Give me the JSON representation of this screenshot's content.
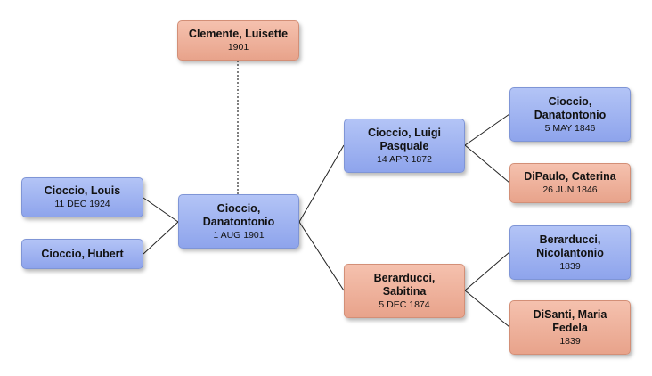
{
  "people": {
    "clemente_luisette": {
      "name": "Clemente, Luisette",
      "date": "1901",
      "sex": "female"
    },
    "cioccio_danatontonio_1901": {
      "name": "Cioccio,\nDanatontonio",
      "date": "1 AUG 1901",
      "sex": "male"
    },
    "cioccio_louis": {
      "name": "Cioccio, Louis",
      "date": "11 DEC 1924",
      "sex": "male"
    },
    "cioccio_hubert": {
      "name": "Cioccio, Hubert",
      "date": "",
      "sex": "male"
    },
    "cioccio_luigi_pasquale": {
      "name": "Cioccio, Luigi\nPasquale",
      "date": "14 APR 1872",
      "sex": "male"
    },
    "berarducci_sabitina": {
      "name": "Berarducci,\nSabitina",
      "date": "5 DEC 1874",
      "sex": "female"
    },
    "cioccio_danatontonio_1846": {
      "name": "Cioccio,\nDanatontonio",
      "date": "5 MAY 1846",
      "sex": "male"
    },
    "dipaulo_caterina": {
      "name": "DiPaulo, Caterina",
      "date": "26 JUN 1846",
      "sex": "female"
    },
    "berarducci_nicolantonio": {
      "name": "Berarducci,\nNicolantonio",
      "date": "1839",
      "sex": "male"
    },
    "disanti_maria_fedela": {
      "name": "DiSanti, Maria\nFedela",
      "date": "1839",
      "sex": "female"
    }
  },
  "relationships": [
    {
      "type": "spouse",
      "from": "cioccio_danatontonio_1901",
      "to": "clemente_luisette"
    },
    {
      "type": "child",
      "parent": "cioccio_danatontonio_1901",
      "child": "cioccio_louis"
    },
    {
      "type": "child",
      "parent": "cioccio_danatontonio_1901",
      "child": "cioccio_hubert"
    },
    {
      "type": "parent",
      "child": "cioccio_danatontonio_1901",
      "parent": "cioccio_luigi_pasquale"
    },
    {
      "type": "parent",
      "child": "cioccio_danatontonio_1901",
      "parent": "berarducci_sabitina"
    },
    {
      "type": "parent",
      "child": "cioccio_luigi_pasquale",
      "parent": "cioccio_danatontonio_1846"
    },
    {
      "type": "parent",
      "child": "cioccio_luigi_pasquale",
      "parent": "dipaulo_caterina"
    },
    {
      "type": "parent",
      "child": "berarducci_sabitina",
      "parent": "berarducci_nicolantonio"
    },
    {
      "type": "parent",
      "child": "berarducci_sabitina",
      "parent": "disanti_maria_fedela"
    }
  ]
}
